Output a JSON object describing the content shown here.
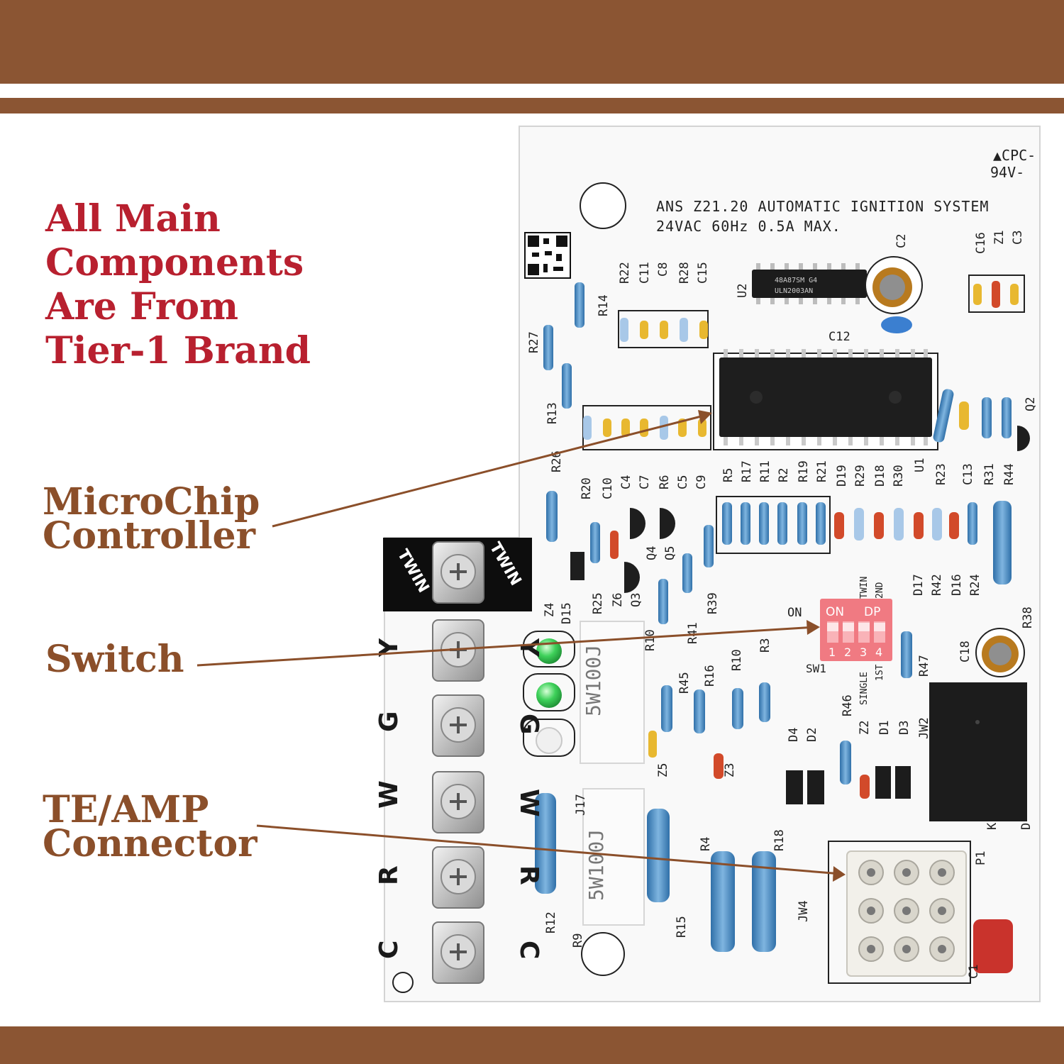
{
  "colors": {
    "band": "#8b5533",
    "headline": "#b8202f",
    "callout": "#8b4f2a",
    "arrow": "#8b4f2a"
  },
  "headline": {
    "lines": [
      "All Main",
      "Components",
      "Are From",
      "Tier-1 Brand"
    ]
  },
  "callouts": {
    "microchip": {
      "lines": [
        "MicroChip",
        "Controller"
      ]
    },
    "switch": {
      "lines": [
        "Switch"
      ]
    },
    "connector": {
      "lines": [
        "TE/AMP",
        "Connector"
      ]
    }
  },
  "board": {
    "cert_line1": "▲CPC-",
    "cert_line2": "94V-",
    "spec_line1": "ANS Z21.20 AUTOMATIC IGNITION SYSTEM",
    "spec_line2": "24VAC 60Hz 0.5A MAX.",
    "u2_chip_text": "48A87SM G4",
    "u2_part": "ULN2003AN",
    "terminal_block_label": "TWIN",
    "terminals": [
      "Y",
      "G",
      "W",
      "R",
      "C"
    ],
    "switch": {
      "on_label": "ON",
      "header_on": "ON",
      "header_dp": "DP",
      "numbers": [
        "1",
        "2",
        "3",
        "4"
      ],
      "ref": "SW1",
      "top_labels": [
        "TWIN",
        "2ND"
      ],
      "bottom_labels": [
        "SINGLE",
        "1ST"
      ]
    },
    "resistor_label": "5W100J",
    "connector_pins": 9,
    "refs": {
      "top": [
        "R22",
        "C11",
        "C8",
        "R28",
        "C15",
        "U2",
        "C2",
        "C16",
        "Z1",
        "C3",
        "R14",
        "R27",
        "R13",
        "C12"
      ],
      "mid": [
        "R26",
        "R20",
        "C10",
        "C4",
        "C7",
        "R6",
        "C5",
        "C9",
        "R5",
        "R17",
        "R11",
        "R2",
        "R19",
        "R21",
        "D19",
        "R29",
        "D18",
        "R30",
        "U1",
        "R23",
        "C13",
        "R31",
        "R44",
        "Q2"
      ],
      "low": [
        "Q4",
        "Q5",
        "Z4",
        "D15",
        "R25",
        "Z6",
        "Q3",
        "R39",
        "R41",
        "D17",
        "R42",
        "D16",
        "R24",
        "R38"
      ],
      "bottom": [
        "R10",
        "R45",
        "R16",
        "R10",
        "R3",
        "R46",
        "Z2",
        "D1",
        "D3",
        "JW2",
        "R47",
        "C18",
        "D4",
        "D2",
        "Z5",
        "Z3",
        "J17",
        "R12",
        "R9",
        "R15",
        "R4",
        "R18",
        "JW4",
        "P1",
        "C1",
        "K",
        "D"
      ]
    }
  }
}
